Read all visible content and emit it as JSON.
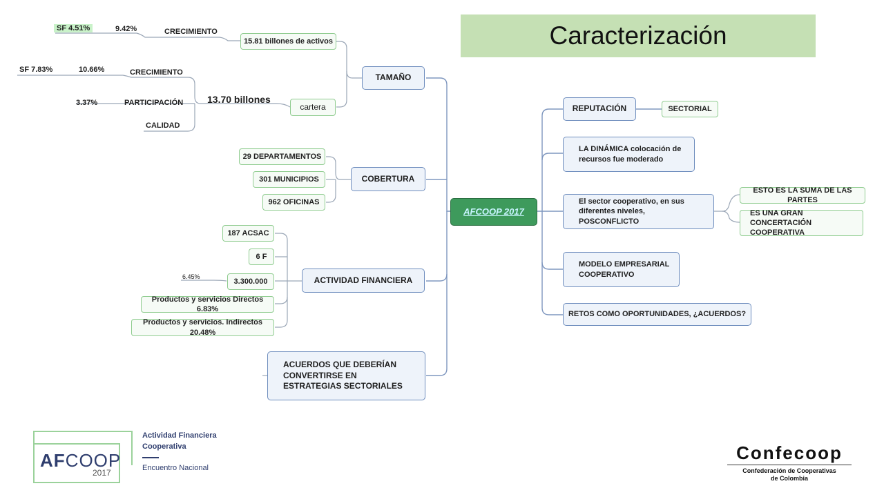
{
  "title": "Caracterización",
  "central": "AFCOOP 2017",
  "branches": {
    "tamano": {
      "label": "TAMAÑO",
      "activos": "15.81 billones de activos",
      "activos_growth_label": "CRECIMIENTO",
      "activos_growth_value": "9.42%",
      "activos_sf": "SF  4.51%",
      "cartera": "cartera",
      "cartera_total": "13.70 billones",
      "cartera_growth_label": "CRECIMIENTO",
      "cartera_growth_value": "10.66%",
      "cartera_sf": "SF 7.83%",
      "participacion_label": "PARTICIPACIÓN",
      "participacion_value": "3.37%",
      "calidad_label": "CALIDAD"
    },
    "cobertura": {
      "label": "COBERTURA",
      "items": [
        "29 DEPARTAMENTOS",
        "301 MUNICIPIOS",
        "962 OFICINAS"
      ]
    },
    "actividad": {
      "label": "ACTIVIDAD FINANCIERA",
      "items": [
        "187 ACSAC",
        "6 F",
        "3.300.000",
        "Productos y servicios Directos 6.83%",
        "Productos y servicios. Indirectos 20.48%"
      ],
      "side_value": "6.45%"
    },
    "acuerdos": {
      "label": "ACUERDOS QUE DEBERÍAN CONVERTIRSE EN ESTRATEGIAS SECTORIALES"
    }
  },
  "right": {
    "reputacion": "REPUTACIÓN",
    "sectorial": "SECTORIAL",
    "dinamica": "LA DINÁMICA colocación de recursos fue moderado",
    "sector": "El sector cooperativo, en sus diferentes niveles, POSCONFLICTO",
    "suma": "ESTO ES LA SUMA DE LAS PARTES",
    "concertacion": "ES UNA GRAN CONCERTACIÓN COOPERATIVA",
    "modelo": "MODELO EMPRESARIAL COOPERATIVO",
    "retos": "RETOS COMO OPORTUNIDADES, ¿ACUERDOS?"
  },
  "logo_afcoop": {
    "mark_af": "AF",
    "mark_coop": "COOP",
    "year": "2017",
    "line1": "Actividad Financiera",
    "line2": "Cooperativa",
    "line3": "Encuentro Nacional"
  },
  "logo_confecoop": {
    "name": "Confecoop",
    "sub1": "Confederación de Cooperativas",
    "sub2": "de Colombia"
  },
  "colors": {
    "branch_border": "#6d8cbd",
    "leaf_border": "#8fcc8f",
    "central_fill": "#3e9a5c",
    "title_fill": "#c5e0b4"
  }
}
